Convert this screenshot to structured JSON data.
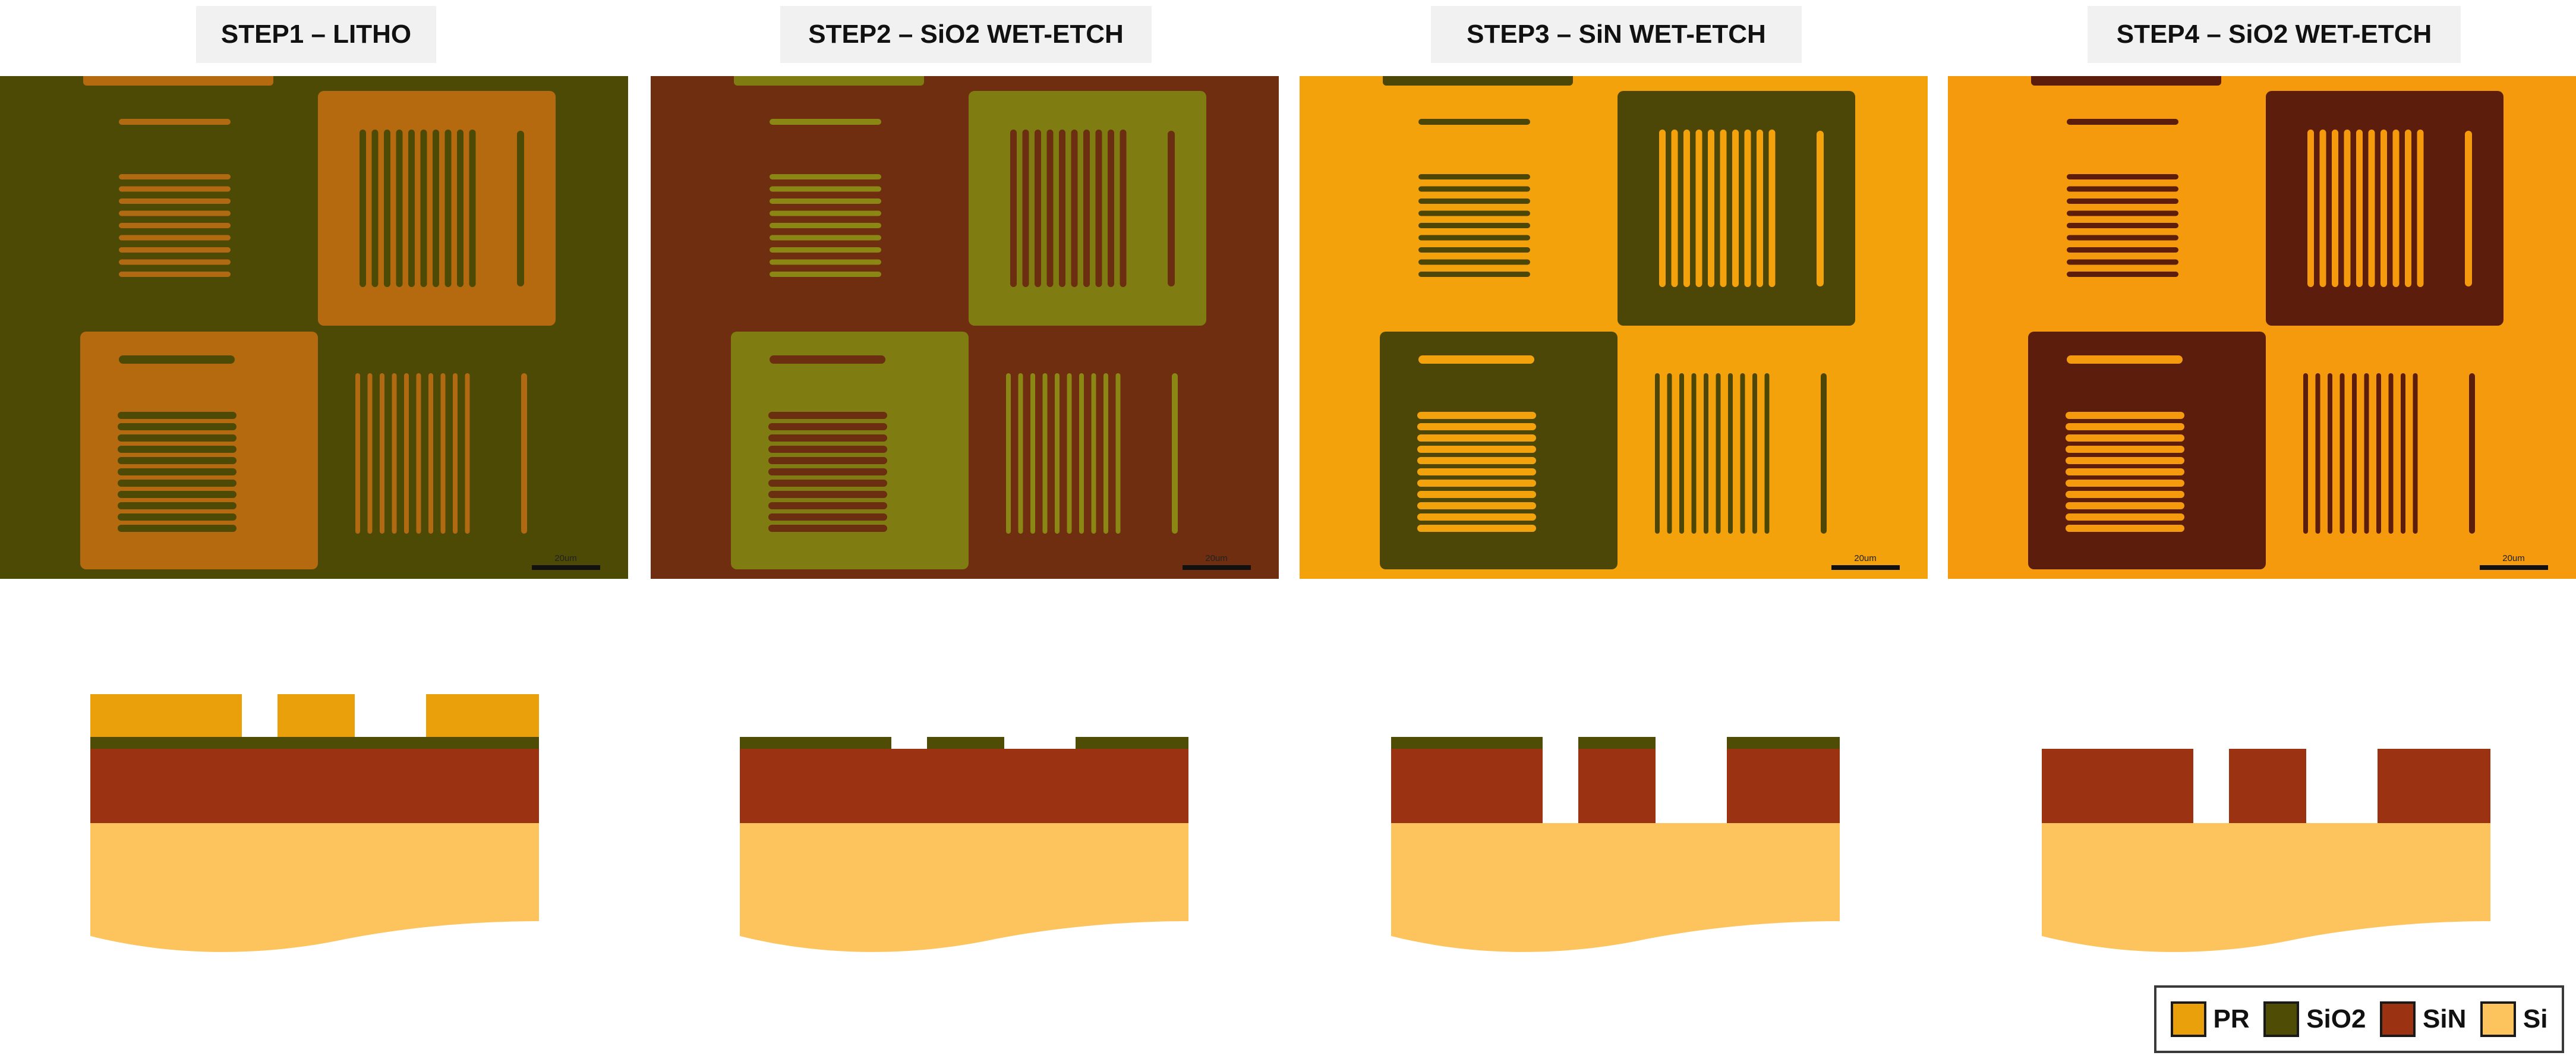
{
  "colors": {
    "pr": "#e9a00a",
    "sio2": "#4f4d05",
    "sin": "#9b3313",
    "si": "#fdc45e"
  },
  "steps": [
    {
      "title": "STEP1 – LITHO",
      "scale_label": "20um",
      "micro_colors": {
        "bg": "#4c4a05",
        "square": "#b66a10",
        "line": "#b26a12",
        "line_in_square": "#4d4a06",
        "scale": "#111111"
      },
      "layers": [
        "pr",
        "sio2",
        "sin",
        "si"
      ]
    },
    {
      "title": "STEP2 – SiO2 WET-ETCH",
      "scale_label": "20um",
      "micro_colors": {
        "bg": "#6f2e10",
        "square": "#7f7d12",
        "line": "#8b8714",
        "line_in_square": "#6b2e10",
        "scale": "#111111"
      },
      "layers": [
        "sio2",
        "sin",
        "si"
      ]
    },
    {
      "title": "STEP3 – SiN WET-ETCH",
      "scale_label": "20um",
      "micro_colors": {
        "bg": "#f4a20c",
        "square": "#4c4706",
        "line": "#4c4706",
        "line_in_square": "#f4a20c",
        "scale": "#111111"
      },
      "layers": [
        "sio2",
        "sin_etched",
        "si"
      ]
    },
    {
      "title": "STEP4 – SiO2 WET-ETCH",
      "scale_label": "20um",
      "micro_colors": {
        "bg": "#f59a0c",
        "square": "#5c1d0c",
        "line": "#5c1d0c",
        "line_in_square": "#f59a0c",
        "scale": "#111111"
      },
      "layers": [
        "sin_etched",
        "si"
      ]
    }
  ],
  "legend": [
    {
      "label": "PR",
      "color_key": "pr"
    },
    {
      "label": "SiO2",
      "color_key": "sio2"
    },
    {
      "label": "SiN",
      "color_key": "sin"
    },
    {
      "label": "Si",
      "color_key": "si"
    }
  ]
}
